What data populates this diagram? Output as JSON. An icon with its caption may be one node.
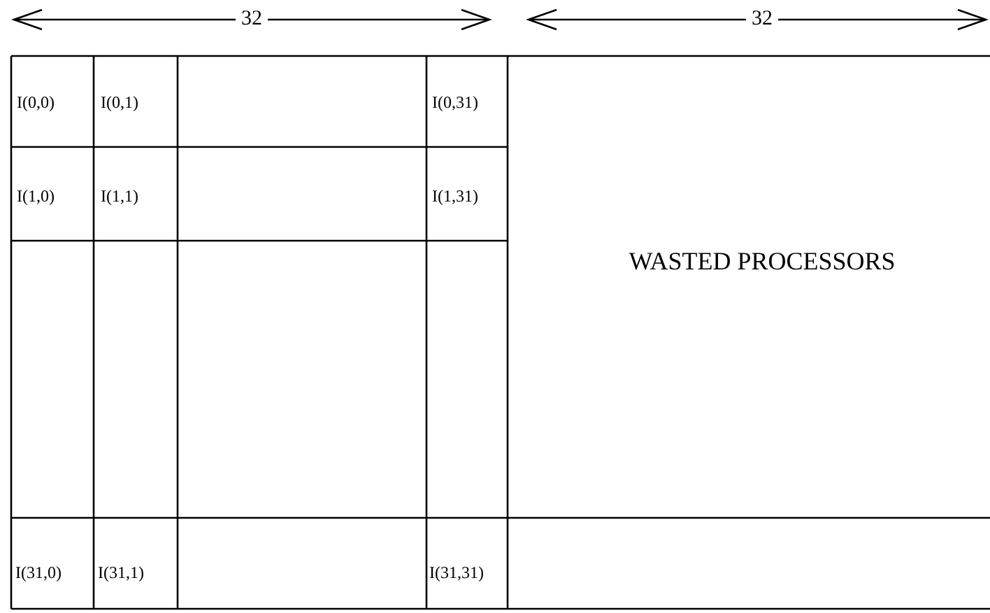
{
  "diagram": {
    "labels": [
      "32",
      "32",
      "I(0,0)",
      "I(0,1)",
      "I(0,31)",
      "I(1,0)",
      "I(1,1)",
      "I(1,31)",
      "WASTED PROCESSORS",
      "I(31,0)",
      "I(31,1)",
      "I(31,31)"
    ]
  }
}
